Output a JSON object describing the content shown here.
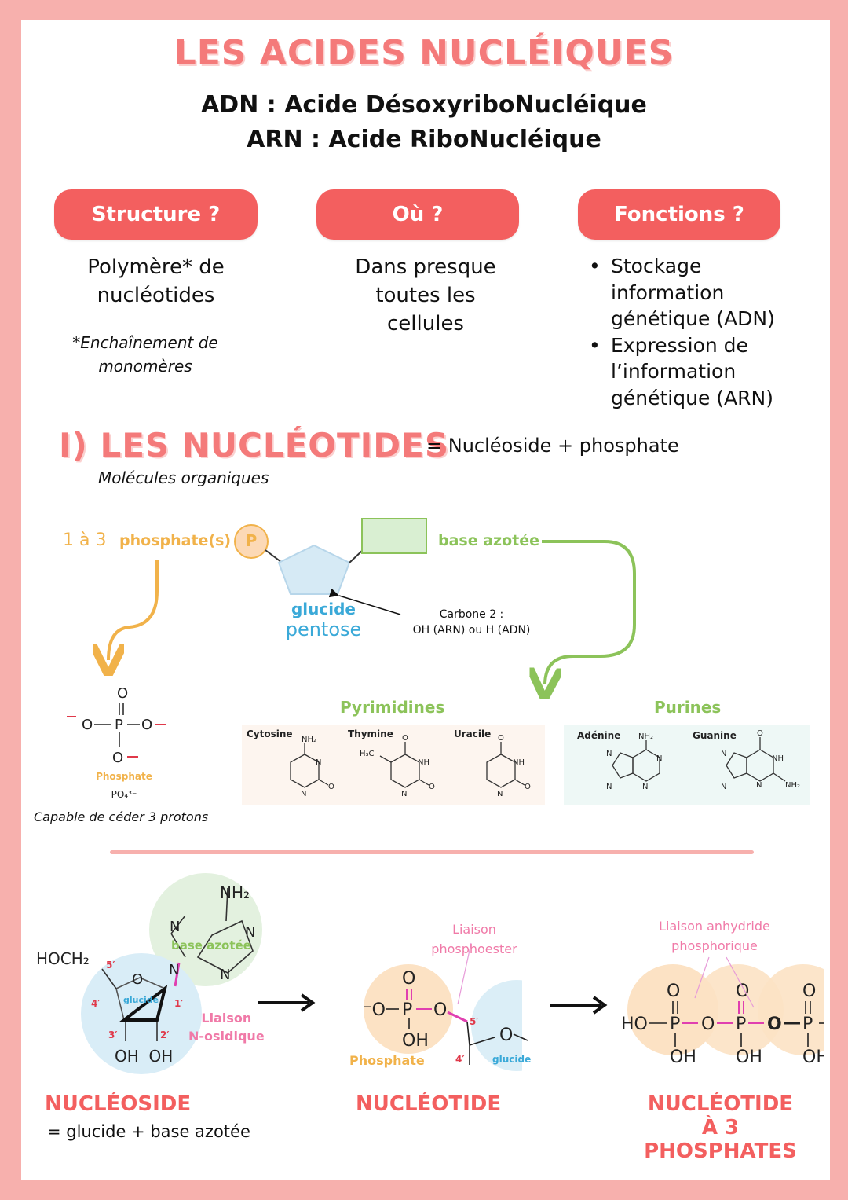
{
  "header": {
    "title": "LES ACIDES NUCLÉIQUES",
    "line1": "ADN :  Acide DésoxyriboNucléique",
    "line2": "ARN : Acide RiboNucléique"
  },
  "columns": {
    "structure": {
      "label": "Structure ?",
      "text_line1": "Polymère* de",
      "text_line2": "nucléotides",
      "note_line1": "*Enchaînement de",
      "note_line2": "monomères"
    },
    "ou": {
      "label": "Où ?",
      "text_line1": "Dans presque",
      "text_line2": "toutes les",
      "text_line3": "cellules"
    },
    "fonctions": {
      "label": "Fonctions ?",
      "item1_line1": "Stockage",
      "item1_line2": "information",
      "item1_line3": "génétique (ADN)",
      "item2_line1": "Expression de",
      "item2_line2": "l’information",
      "item2_line3": "génétique (ARN)"
    }
  },
  "section1": {
    "title": "I) LES NUCLÉOTIDES",
    "equation": "= Nucléoside + phosphate",
    "subtitle": "Molécules organiques"
  },
  "schema": {
    "phosphate_count": "1 à 3",
    "phosphate_label": "phosphate(s)",
    "p_symbol": "P",
    "base_label": "base azotée",
    "glucide_label": "glucide",
    "pentose_label": "pentose",
    "carbone_line1": "Carbone 2 :",
    "carbone_line2": "OH (ARN) ou H (ADN)",
    "phosphate_mol_label": "Phosphate",
    "phosphate_formula": "PO₄³⁻",
    "phosphate_note": "Capable de céder 3 protons"
  },
  "bases": {
    "pyrimidines_title": "Pyrimidines",
    "purines_title": "Purines",
    "pyrimidines": [
      "Cytosine",
      "Thymine",
      "Uracile"
    ],
    "purines": [
      "Adénine",
      "Guanine"
    ]
  },
  "bottom": {
    "nucleoside": {
      "hoch2": "HOCH₂",
      "nh2": "NH₂",
      "base_label": "base azotée",
      "glucide_label": "glucide",
      "liaison_line1": "Liaison",
      "liaison_line2": "N-osidique",
      "oh_oh": "OH  OH",
      "title": "NUCLÉOSIDE",
      "caption": "= glucide + base azotée"
    },
    "nucleotide": {
      "liaison_line1": "Liaison",
      "liaison_line2": "phosphoester",
      "phosphate_label": "Phosphate",
      "glucide_label": "glucide",
      "title": "NUCLÉOTIDE"
    },
    "nucleotide3": {
      "liaison_line1": "Liaison anhydride",
      "liaison_line2": "phosphorique",
      "title_line1": "NUCLÉOTIDE",
      "title_line2": "À 3",
      "title_line3": "PHOSPHATES"
    }
  },
  "colors": {
    "accent": "#f35f5f",
    "title_pink": "#f47a7a",
    "border": "#f7b0ad",
    "orange": "#f1b24a",
    "green": "#8cc35a",
    "blue": "#3aa9d8",
    "magenta": "#f07aa8"
  }
}
